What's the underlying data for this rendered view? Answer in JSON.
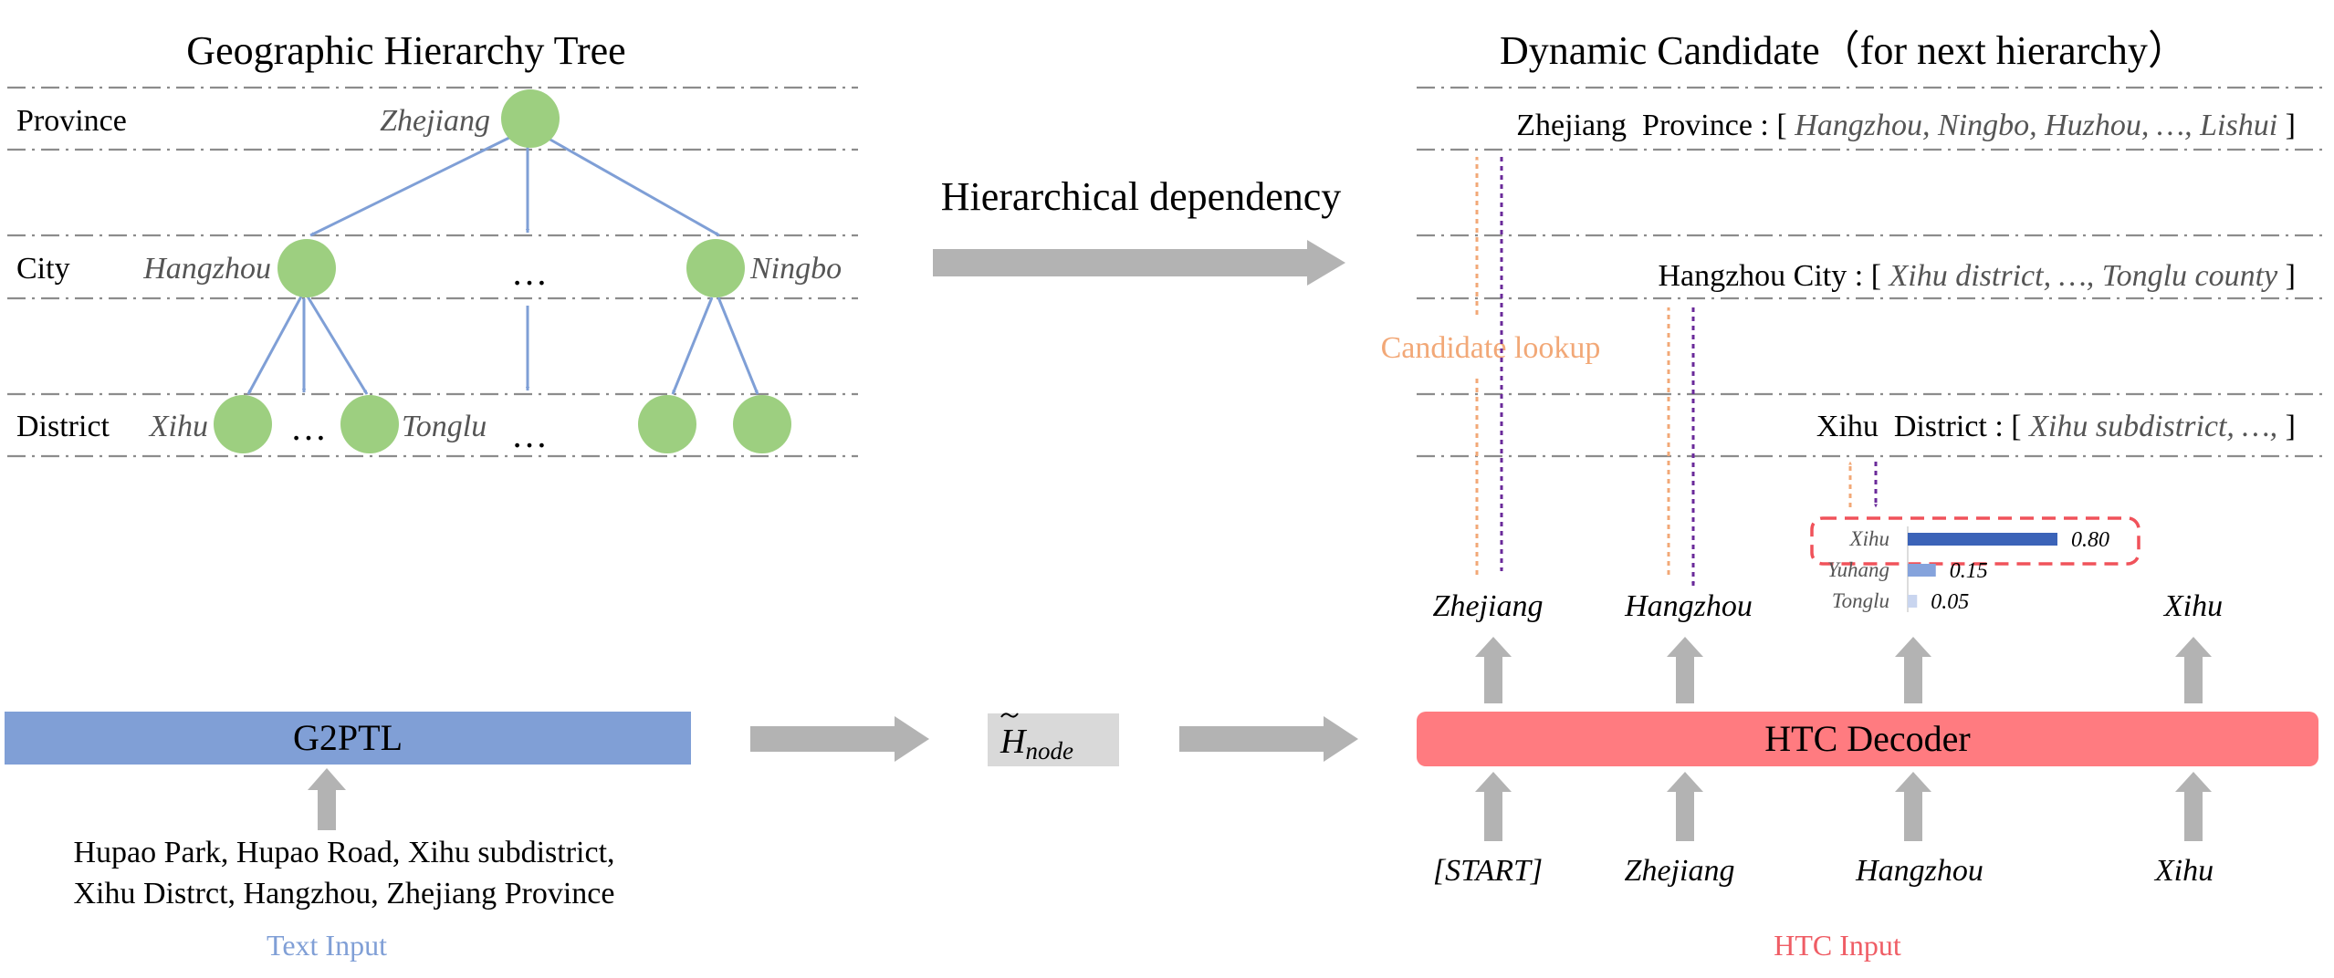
{
  "colors": {
    "node_green": "#9dcf80",
    "tree_edge": "#7f9fd6",
    "dash_line": "#8c8c8c",
    "gray_arrow": "#b3b3b3",
    "g2ptl_bar": "#809fd6",
    "htc_bar": "#ff7b80",
    "htc_label": "#ef5d65",
    "text_input_label": "#809fd6",
    "candidate_orange": "#f2a877",
    "lookup_purple": "#6a2a9a",
    "bar_dark": "#3b63b8",
    "bar_mid": "#85a3dc",
    "bar_light": "#c9d5ef",
    "highlight_box": "#f0525a",
    "h_node_bg": "#d9d9d9"
  },
  "tree": {
    "title": "Geographic Hierarchy Tree",
    "levels": [
      "Province",
      "City",
      "District"
    ],
    "nodes": {
      "zhejiang": "Zhejiang",
      "hangzhou": "Hangzhou",
      "ningbo": "Ningbo",
      "xihu": "Xihu",
      "tonglu": "Tonglu"
    },
    "ellipsis": "…"
  },
  "middle": {
    "dependency_label": "Hierarchical dependency",
    "h_node": {
      "base": "H",
      "sub": "node"
    }
  },
  "candidates": {
    "title": "Dynamic Candidate（for next hierarchy）",
    "lookup_label": "Candidate lookup",
    "rows": [
      {
        "prefix": "Zhejiang  Province : [ ",
        "items": "Hangzhou, Ningbo, Huzhou, …, Lishui",
        "suffix": " ]"
      },
      {
        "prefix": "Hangzhou City : [ ",
        "items": "Xihu district, …, Tonglu county",
        "suffix": " ]"
      },
      {
        "prefix": "Xihu  District : [ ",
        "items": "Xihu subdistrict, …,",
        "suffix": " ]"
      }
    ]
  },
  "chart_data": {
    "type": "bar",
    "categories": [
      "Xihu",
      "Yuhang",
      "Tonglu"
    ],
    "values": [
      0.8,
      0.15,
      0.05
    ],
    "value_labels": [
      "0.80",
      "0.15",
      "0.05"
    ],
    "xlim": [
      0,
      1
    ]
  },
  "decoder": {
    "outputs": [
      "Zhejiang",
      "Hangzhou",
      "Xihu"
    ],
    "label": "HTC Decoder",
    "inputs": [
      "[START]",
      "Zhejiang",
      "Hangzhou",
      "Xihu"
    ],
    "input_caption": "HTC Input"
  },
  "encoder": {
    "label": "G2PTL",
    "text_lines": [
      "Hupao Park, Hupao Road, Xihu subdistrict,",
      "Xihu Distrct, Hangzhou, Zhejiang Province"
    ],
    "caption": "Text Input"
  }
}
